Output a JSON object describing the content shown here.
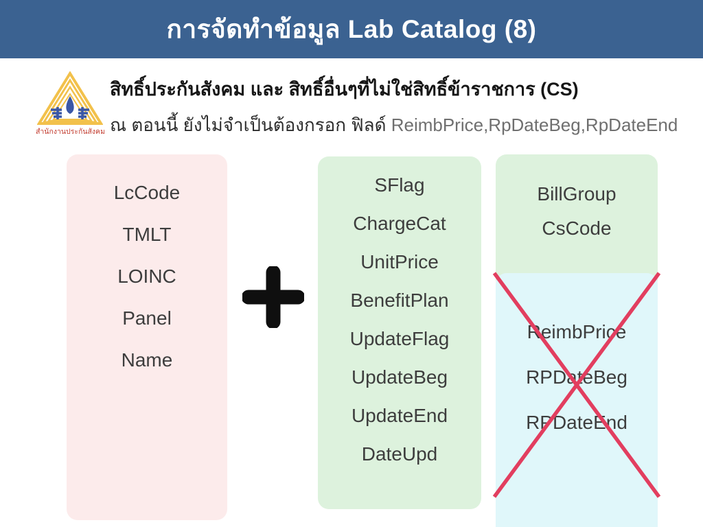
{
  "header": {
    "title_thai": "การจัดทำข้อมูล",
    "title_en": "Lab Catalog (8)"
  },
  "logo": {
    "caption": "สำนักงานประกันสังคม"
  },
  "intro": {
    "heading": "สิทธิ์ประกันสังคม และ สิทธิ์อื่นๆที่ไม่ใช่สิทธิ์ข้าราชการ (CS)",
    "note_thai": "ณ ตอนนี้ ยังไม่จำเป็นต้องกรอก ฟิลด์ ",
    "note_fields": "ReimbPrice,RpDateBeg,RpDateEnd"
  },
  "plus_sign": "+",
  "boxes": {
    "left": {
      "fields": [
        "LcCode",
        "TMLT",
        "LOINC",
        "Panel",
        "Name"
      ]
    },
    "middle": {
      "fields": [
        "SFlag",
        "ChargeCat",
        "UnitPrice",
        "BenefitPlan",
        "UpdateFlag",
        "UpdateBeg",
        "UpdateEnd",
        "DateUpd"
      ]
    },
    "right_top": {
      "fields": [
        "BillGroup",
        "CsCode"
      ]
    },
    "right_bottom": {
      "fields": [
        "ReimbPrice",
        "RPDateBeg",
        "RPDateEnd"
      ],
      "crossed_out": true
    }
  },
  "colors": {
    "header_bg": "#3b6291",
    "title_text": "#ffffff",
    "box_pink": "#fcebeb",
    "box_green": "#ddf2dd",
    "box_cyan": "#e0f7fa",
    "cross_red": "#e23e5f",
    "plus_black": "#0f0f0f",
    "field_text": "#3d3d3d",
    "note_fields_gray": "#6f6f6f",
    "logo_gold": "#f2c14b",
    "logo_blue": "#3a57a7",
    "logo_caption_red": "#c23b2e"
  }
}
